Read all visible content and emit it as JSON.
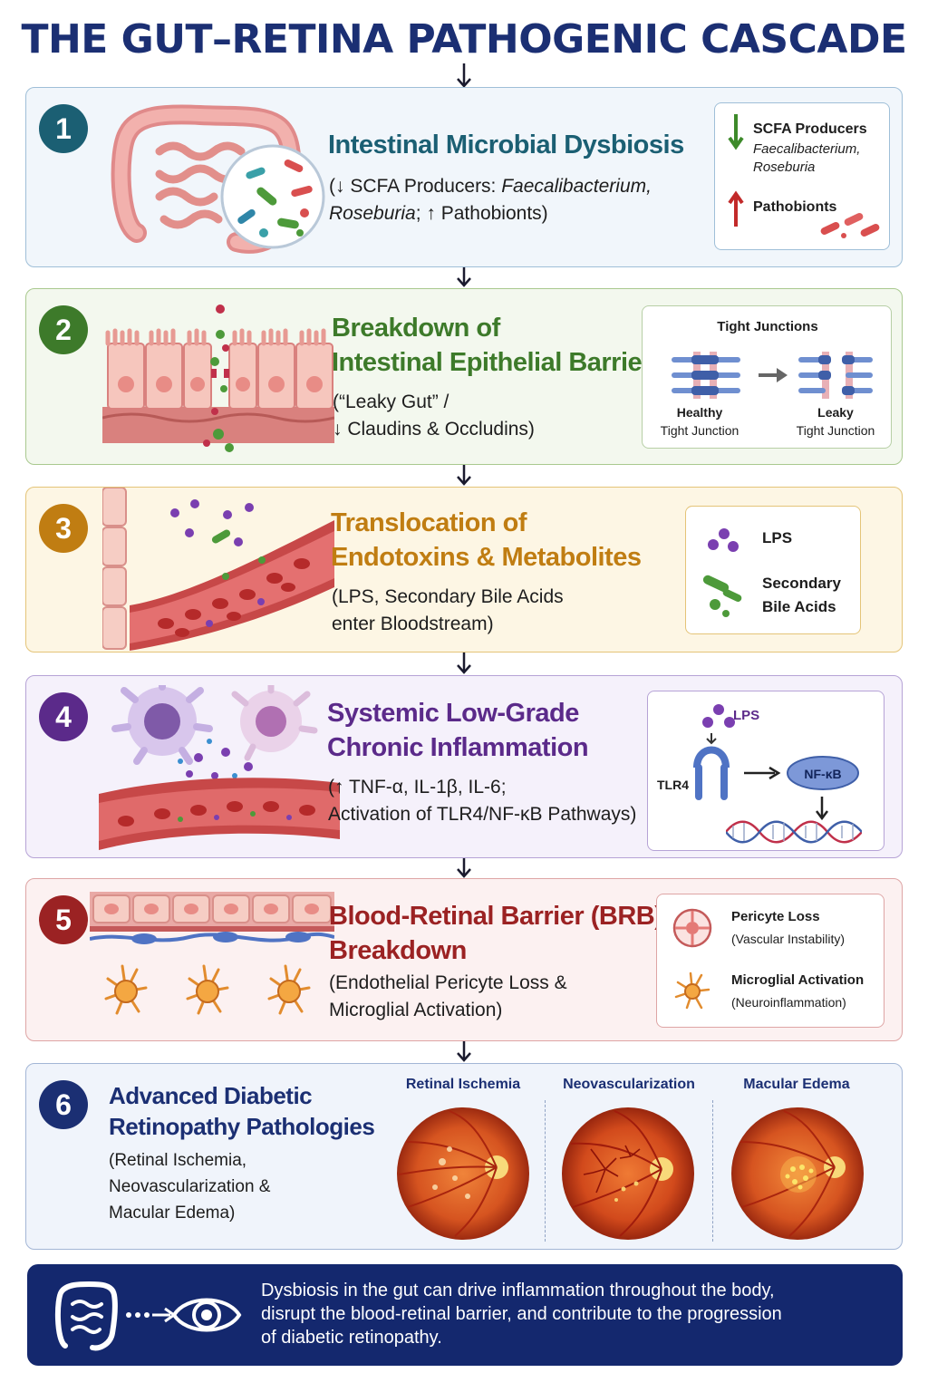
{
  "title": "THE GUT–RETINA PATHOGENIC CASCADE",
  "colors": {
    "navy": "#1b2f73",
    "step1": "#1b5f73",
    "step2": "#3d7a2a",
    "step3": "#c07d12",
    "step4": "#5b2a8a",
    "step5": "#9b2223",
    "step6": "#1b2f73"
  },
  "steps": [
    {
      "number": "1",
      "heading": "Intestinal Microbial Dysbiosis",
      "sub_line1_a": "(↓ SCFA Producers: ",
      "sub_line1_b": "Faecalibacterium,",
      "sub_line2_a": "Roseburia",
      "sub_line2_b": "; ↑ Pathobionts)",
      "side": {
        "item1_title": "SCFA Producers",
        "item1_sub1": "Faecalibacterium,",
        "item1_sub2": "Roseburia",
        "item2_title": "Pathobionts"
      }
    },
    {
      "number": "2",
      "heading_line1": "Breakdown of",
      "heading_line2": "Intestinal Epithelial Barrier",
      "sub_line1": "(“Leaky Gut” /",
      "sub_line2": "↓ Claudins & Occludins)",
      "side": {
        "title": "Tight Junctions",
        "left_l1": "Healthy",
        "left_l2": "Tight Junction",
        "right_l1": "Leaky",
        "right_l2": "Tight Junction"
      }
    },
    {
      "number": "3",
      "heading_line1": "Translocation of",
      "heading_line2": "Endotoxins & Metabolites",
      "sub_line1": "(LPS, Secondary Bile Acids",
      "sub_line2": "enter Bloodstream)",
      "side": {
        "item1": "LPS",
        "item2_l1": "Secondary",
        "item2_l2": "Bile Acids"
      }
    },
    {
      "number": "4",
      "heading_line1": "Systemic Low-Grade",
      "heading_line2": "Chronic Inflammation",
      "sub_line1": "(↑ TNF-α, IL-1β, IL-6;",
      "sub_line2": "Activation of TLR4/NF-κB Pathways)",
      "side": {
        "lps": "LPS",
        "tlr4": "TLR4",
        "nfkb": "NF-κB"
      }
    },
    {
      "number": "5",
      "heading_line1": "Blood-Retinal Barrier (BRB)",
      "heading_line2": "Breakdown",
      "sub_line1": "(Endothelial Pericyte Loss &",
      "sub_line2": "Microglial Activation)",
      "side": {
        "item1_title": "Pericyte Loss",
        "item1_sub": "(Vascular Instability)",
        "item2_title": "Microglial Activation",
        "item2_sub": "(Neuroinflammation)"
      }
    },
    {
      "number": "6",
      "heading_line1": "Advanced Diabetic",
      "heading_line2": "Retinopathy Pathologies",
      "sub_line1": "(Retinal Ischemia,",
      "sub_line2": "Neovascularization &",
      "sub_line3": "Macular Edema)",
      "fundus": [
        "Retinal Ischemia",
        "Neovascularization",
        "Macular Edema"
      ]
    }
  ],
  "footer": {
    "line1": "Dysbiosis in the gut can drive inflammation throughout the body,",
    "line2": "disrupt the blood-retinal barrier, and contribute to the progression",
    "line3": "of diabetic retinopathy."
  }
}
